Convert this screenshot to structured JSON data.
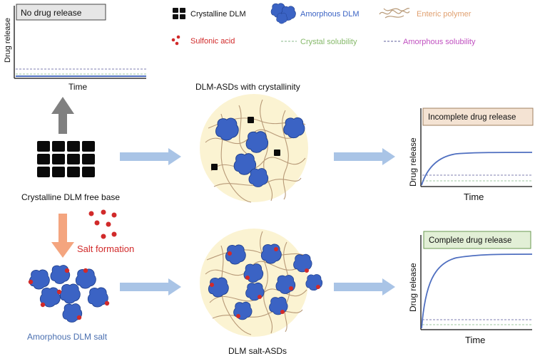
{
  "legend": {
    "crystalline": "Crystalline DLM",
    "amorphous": "Amorphous DLM",
    "enteric": "Enteric polymer",
    "sulfonic": "Sulfonic acid",
    "crystal_sol": "Crystal solubility",
    "amorphous_sol": "Amorphous solubility"
  },
  "panels": {
    "no_release": {
      "title": "No drug release",
      "ylabel": "Drug release",
      "xlabel": "Time"
    },
    "incomplete": {
      "title": "Incomplete drug release",
      "ylabel": "Drug release",
      "xlabel": "Time"
    },
    "complete": {
      "title": "Complete drug release",
      "ylabel": "Drug release",
      "xlabel": "Time"
    }
  },
  "labels": {
    "free_base": "Crystalline DLM free base",
    "salt_formation": "Salt formation",
    "amorphous_salt": "Amorphous DLM salt",
    "asd_crystallinity": "DLM-ASDs with crystallinity",
    "salt_asds": "DLM salt-ASDs"
  },
  "colors": {
    "blob": "#3b63c4",
    "blob_dark": "#1f3f8c",
    "acid": "#d12a2a",
    "polymer": "#b89a78",
    "circle_fill": "#fbf3d2",
    "crystal_line": "#9fc8a0",
    "amorph_line": "#7f7fb0",
    "arrow_blue": "#a9c4e6",
    "arrow_gray": "#808080",
    "arrow_salmon": "#f4a57f",
    "enteric_text": "#e0a070",
    "crystal_text": "#86b96a",
    "amorph_text": "#c050c0"
  }
}
